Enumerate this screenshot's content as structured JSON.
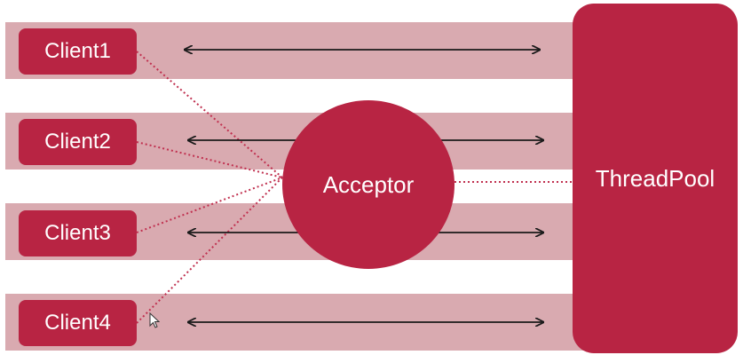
{
  "clients": [
    {
      "label": "Client1"
    },
    {
      "label": "Client2"
    },
    {
      "label": "Client3"
    },
    {
      "label": "Client4"
    }
  ],
  "acceptor": {
    "label": "Acceptor"
  },
  "thread_pool": {
    "label": "ThreadPool"
  },
  "colors": {
    "block": "#b82443",
    "band": "#d9aab0",
    "dotted_line": "#c0304f",
    "arrow": "#1a1a1a"
  }
}
